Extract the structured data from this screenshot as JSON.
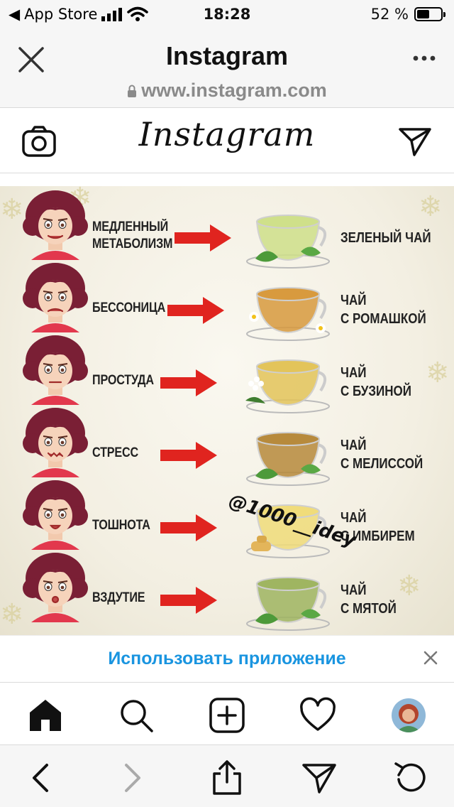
{
  "status_bar": {
    "back_label": "App Store",
    "time": "18:28",
    "battery_text": "52 %",
    "battery_level_percent": 52
  },
  "browser": {
    "title": "Instagram",
    "url": "www.instagram.com"
  },
  "instagram": {
    "logo_text": "Instagram"
  },
  "infographic": {
    "rows": [
      {
        "ailment": [
          "МЕДЛЕННЫЙ",
          "МЕТАБОЛИЗМ"
        ],
        "tea": [
          "ЗЕЛЕНЫЙ ЧАЙ"
        ],
        "tea_color": "#cfe08a"
      },
      {
        "ailment": [
          "БЕССОНИЦА"
        ],
        "tea": [
          "ЧАЙ",
          "С РОМАШКОЙ"
        ],
        "tea_color": "#d89a3e"
      },
      {
        "ailment": [
          "ПРОСТУДА"
        ],
        "tea": [
          "ЧАЙ",
          "С БУЗИНОЙ"
        ],
        "tea_color": "#e3c45a"
      },
      {
        "ailment": [
          "СТРЕСС"
        ],
        "tea": [
          "ЧАЙ",
          "С МЕЛИССОЙ"
        ],
        "tea_color": "#b78a3c"
      },
      {
        "ailment": [
          "ТОШНОТА"
        ],
        "tea": [
          "ЧАЙ",
          "С ИМБИРЕМ"
        ],
        "tea_color": "#f0dc7a"
      },
      {
        "ailment": [
          "ВЗДУТИЕ"
        ],
        "tea": [
          "ЧАЙ",
          "С МЯТОЙ"
        ],
        "tea_color": "#9fb561"
      }
    ],
    "watermark": "@1000__idey"
  },
  "app_banner": {
    "link_text": "Использовать приложение"
  },
  "colors": {
    "accent_blue": "#1a95e0",
    "arrow_red": "#e0241f",
    "hair": "#7a1f35",
    "shirt": "#e2384d"
  }
}
